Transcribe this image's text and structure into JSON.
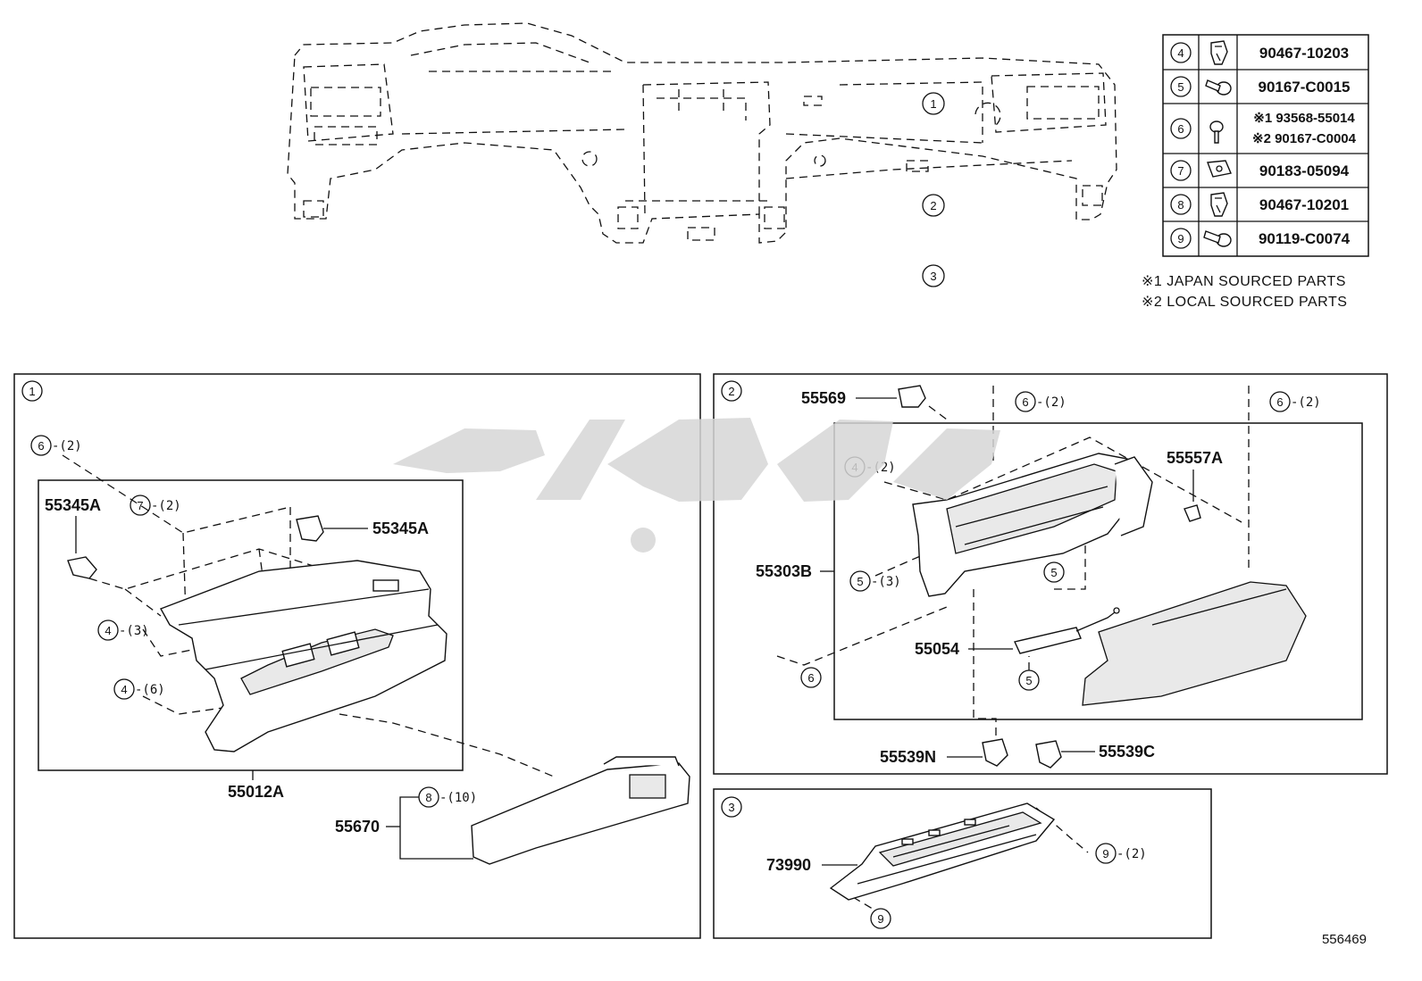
{
  "fastener_table": [
    {
      "ref": "4",
      "icon": "clip-icon",
      "part_no": "90467-10203"
    },
    {
      "ref": "5",
      "icon": "screw-icon",
      "part_no": "90167-C0015"
    },
    {
      "ref": "6",
      "icon": "screw-icon",
      "part_no_1": "※1 93568-55014",
      "part_no_2": "※2 90167-C0004"
    },
    {
      "ref": "7",
      "icon": "nut-clip-icon",
      "part_no": "90183-05094"
    },
    {
      "ref": "8",
      "icon": "clip-icon",
      "part_no": "90467-10201"
    },
    {
      "ref": "9",
      "icon": "screw-icon",
      "part_no": "90119-C0074"
    }
  ],
  "notes": {
    "note_1": "※1 JAPAN SOURCED PARTS",
    "note_2": "※2 LOCAL SOURCED PARTS"
  },
  "overview": {
    "callouts": [
      "1",
      "2",
      "3"
    ]
  },
  "panel_1": {
    "index": "1",
    "refs": [
      {
        "circ": "6",
        "qty": "-(2)"
      },
      {
        "circ": "7",
        "qty": "-(2)"
      },
      {
        "circ": "4",
        "qty": "-(3)"
      },
      {
        "circ": "4",
        "qty": "-(6)"
      },
      {
        "circ": "8",
        "qty": "-(10)"
      }
    ],
    "parts": [
      "55345A",
      "55345A",
      "55012A",
      "55670"
    ]
  },
  "panel_2": {
    "index": "2",
    "refs": [
      {
        "circ": "6",
        "qty": "-(2)"
      },
      {
        "circ": "6",
        "qty": "-(2)"
      },
      {
        "circ": "4",
        "qty": "-(2)"
      },
      {
        "circ": "5",
        "qty": "-(3)"
      },
      {
        "circ": "5",
        "qty": ""
      },
      {
        "circ": "6",
        "qty": ""
      },
      {
        "circ": "5",
        "qty": ""
      }
    ],
    "parts": [
      "55569",
      "55557A",
      "55303B",
      "55054",
      "55539N",
      "55539C"
    ]
  },
  "panel_3": {
    "index": "3",
    "refs": [
      {
        "circ": "9",
        "qty": "-(2)"
      },
      {
        "circ": "9",
        "qty": ""
      }
    ],
    "parts": [
      "73990"
    ]
  },
  "illustration_no": "556469",
  "watermark_text": "تویوتا پارت"
}
